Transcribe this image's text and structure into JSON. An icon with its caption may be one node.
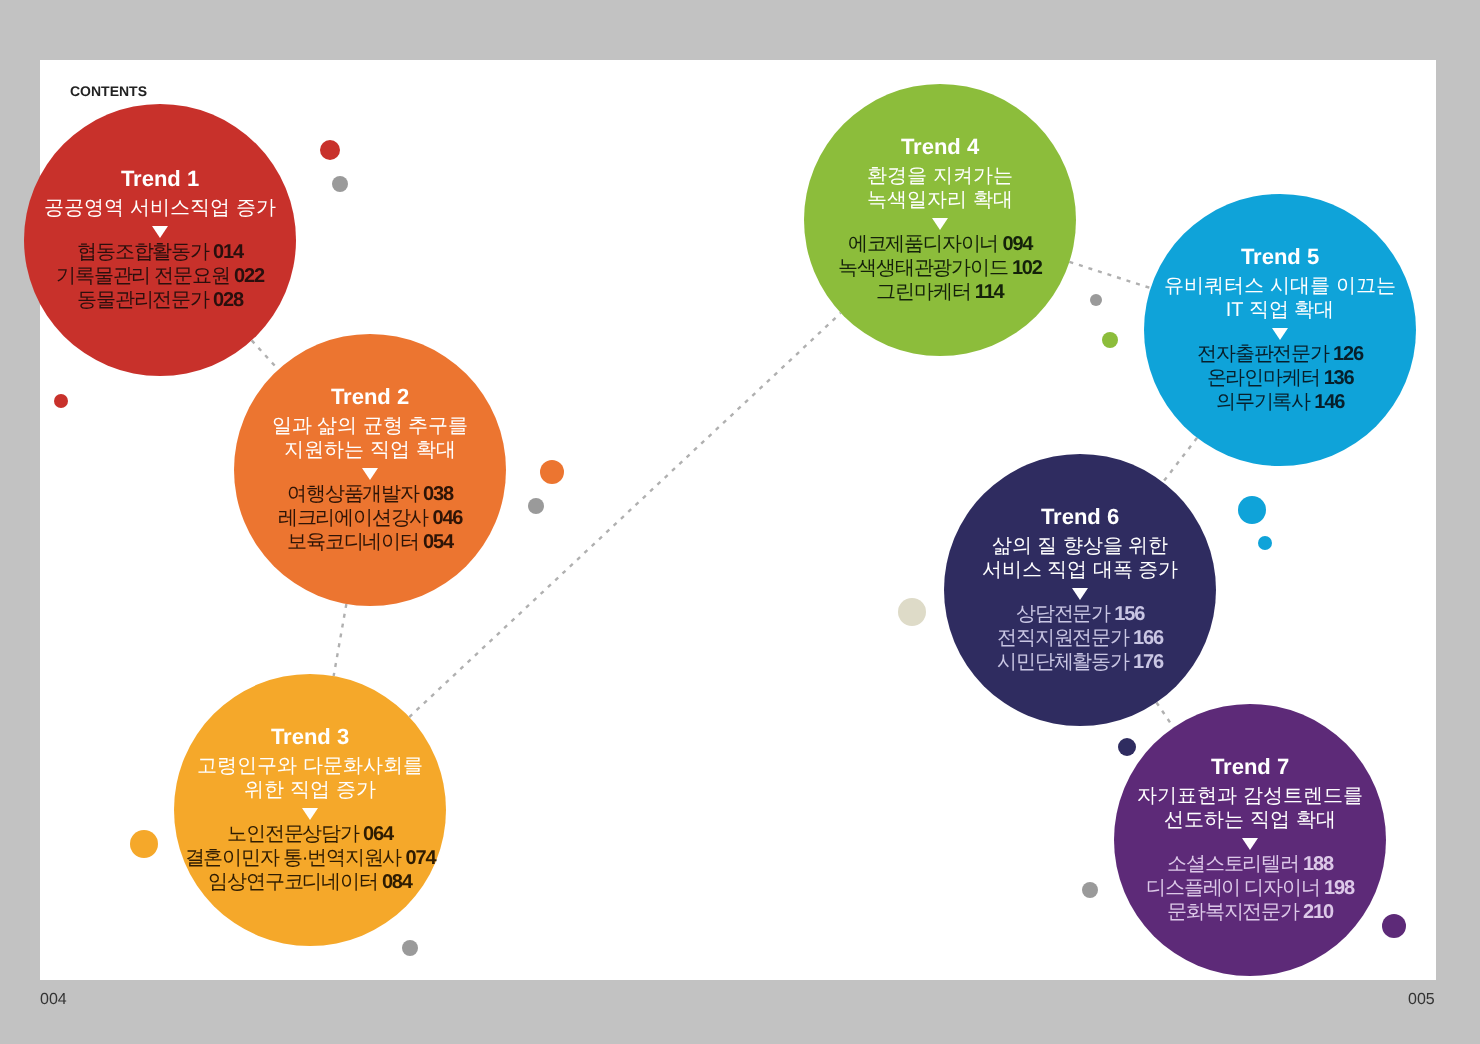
{
  "diagram": {
    "nodes": [
      {
        "text": [
          "Trend 1",
          "공공영역 서비스직업 증가",
          "협동조합활동가 **014**",
          "기록물관리 전문요원 **022**",
          "동물관리전문가 **028**"
        ]
      },
      {
        "text": [
          "Trend 2",
          "일과 삶의 균형 추구를 지원하는 직업 확대",
          "여행상품개발자 **038**",
          "레크리에이션강사 **046**",
          "보육코디네이터 **054**"
        ]
      },
      {
        "text": [
          "Trend 3",
          "고령인구와 다문화사회를 위한 직업 증가",
          "노인전문상담가 **064**",
          "결혼이민자 통·번역지원사 **074**",
          "임상연구코디네이터 **084**"
        ]
      },
      {
        "text": [
          "Trend 4",
          "환경을 지켜가는 녹색일자리 확대",
          "에코제품디자이너 **094**",
          "녹색생태관광가이드 **102**",
          "그린마케터 **114**"
        ]
      },
      {
        "text": [
          "Trend 5",
          "유비쿼터스 시대를 이끄는 IT 직업 확대",
          "전자출판전문가 **126**",
          "온라인마케터 **136**",
          "의무기록사 **146**"
        ]
      },
      {
        "text": [
          "Trend 6",
          "삶의 질 향상을 위한 서비스 직업 대폭 증가",
          "상담전문가 **156**",
          "전직지원전문가 **166**",
          "시민단체활동가 **176**"
        ]
      },
      {
        "text": [
          "Trend 7",
          "자기표현과 감성트렌드를 선도하는 직업 확대",
          "소셜스토리텔러 **188**",
          "디스플레이 디자이너 **198**",
          "문화복지전문가 **210**"
        ]
      }
    ],
    "edges": [
      {
        "from": 0,
        "to": 1,
        "arrow": "none",
        "style": "dashed"
      },
      {
        "from": 1,
        "to": 2,
        "arrow": "none",
        "style": "dashed"
      },
      {
        "from": 2,
        "to": 3,
        "arrow": "none",
        "style": "dashed"
      },
      {
        "from": 3,
        "to": 4,
        "arrow": "none",
        "style": "dashed"
      },
      {
        "from": 4,
        "to": 5,
        "arrow": "none",
        "style": "dashed"
      },
      {
        "from": 5,
        "to": 6,
        "arrow": "none",
        "style": "dashed"
      }
    ],
    "labels": [
      "CONTENTS",
      "004",
      "005"
    ]
  }
}
